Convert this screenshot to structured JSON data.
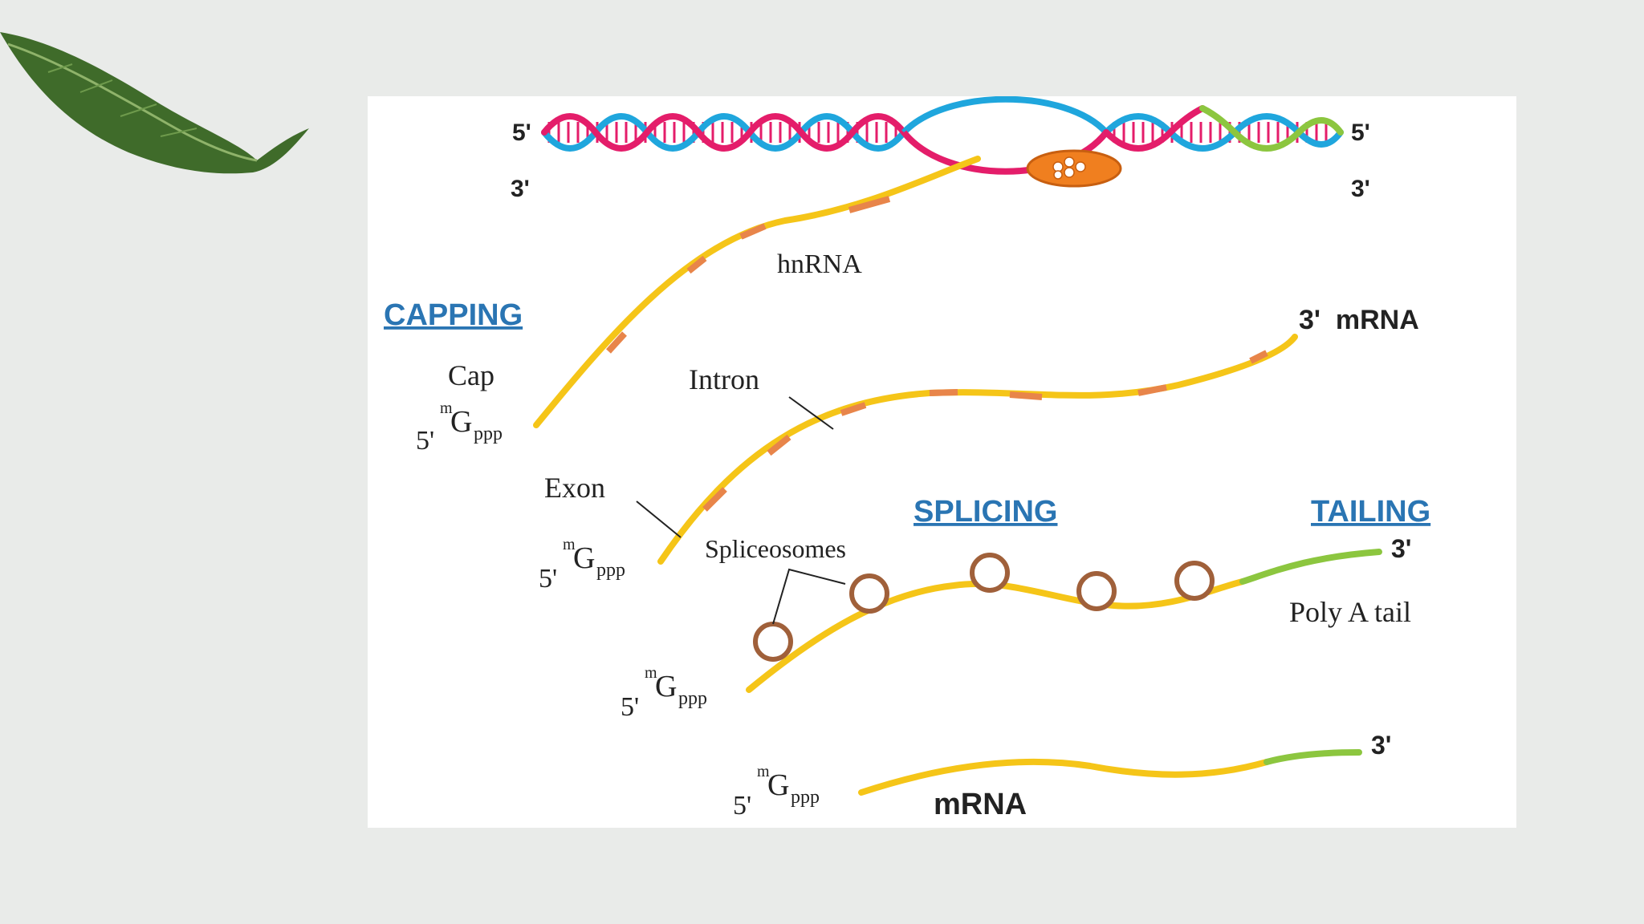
{
  "colors": {
    "stage_heading": "#2a75b3",
    "dna_blue": "#1fa6dd",
    "dna_pink": "#e41d6a",
    "dna_green": "#8cc63f",
    "exon": "#f5c518",
    "intron": "#e8854a",
    "poly_a": "#8cc63f",
    "polymerase": "#f07f1f",
    "spliceosome": "#a0603a"
  },
  "dna": {
    "left_top": "5'",
    "left_bottom": "3'",
    "right_top": "5'",
    "right_bottom": "3'"
  },
  "labels": {
    "hnrna": "hnRNA",
    "capping": "CAPPING",
    "cap": "Cap",
    "mrna_3prime": "3'  mRNA",
    "intron": "Intron",
    "exon": "Exon",
    "splicing": "SPLICING",
    "tailing": "TAILING",
    "spliceosomes": "Spliceosomes",
    "poly_a_tail": "Poly A tail",
    "final_3prime_splicing": "3'",
    "final_3prime": "3'",
    "mrna": "mRNA"
  },
  "cap_notation": {
    "five_prime": "5'",
    "m": "m",
    "G": "G",
    "ppp": "ppp"
  }
}
